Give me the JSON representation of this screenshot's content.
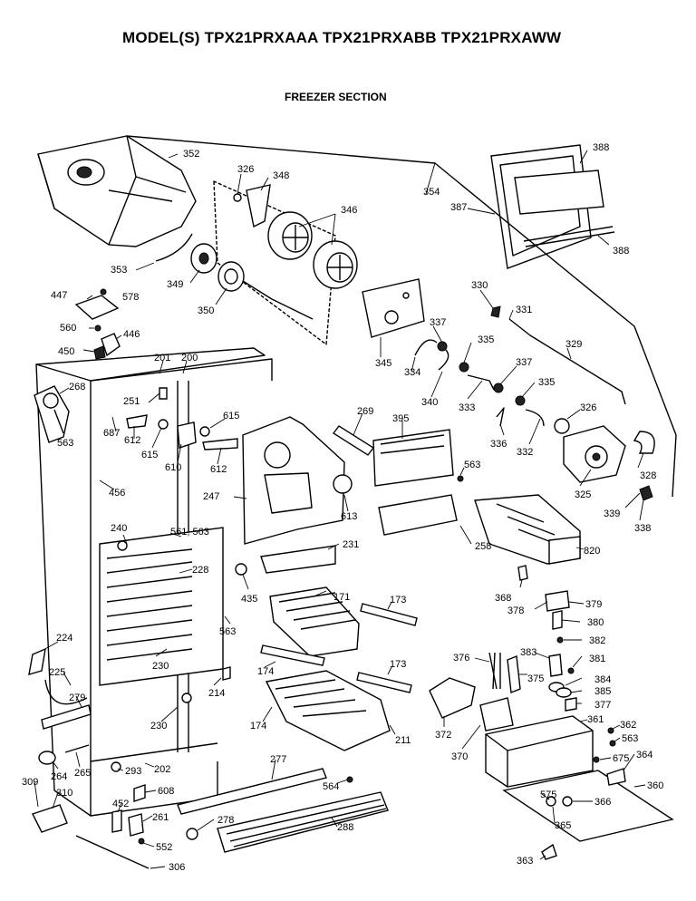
{
  "header": {
    "title": "MODEL(S) TPX21PRXAAA TPX21PRXABB TPX21PRXAWW",
    "section": "FREEZER SECTION"
  },
  "labels": {
    "l352": "352",
    "l326a": "326",
    "l348": "348",
    "l346": "346",
    "l354": "354",
    "l387": "387",
    "l388a": "388",
    "l388b": "388",
    "l353": "353",
    "l349": "349",
    "l447": "447",
    "l578": "578",
    "l350": "350",
    "l330": "330",
    "l331": "331",
    "l560": "560",
    "l446": "446",
    "l345": "345",
    "l337a": "337",
    "l335a": "335",
    "l329": "329",
    "l450": "450",
    "l201": "201",
    "l200": "200",
    "l334": "334",
    "l268": "268",
    "l251": "251",
    "l340": "340",
    "l333": "333",
    "l337b": "337",
    "l335b": "335",
    "l687": "687",
    "l612a": "612",
    "l615a": "615",
    "l615b": "615",
    "l610": "610",
    "l269": "269",
    "l395": "395",
    "l326b": "326",
    "l563a": "563",
    "l612b": "612",
    "l336": "336",
    "l332": "332",
    "l328": "328",
    "l456": "456",
    "l247": "247",
    "l563b": "563",
    "l613": "613",
    "l325": "325",
    "l339": "339",
    "l338": "338",
    "l240": "240",
    "l561_563": "561, 563",
    "l231": "231",
    "l258": "258",
    "l820": "820",
    "l228": "228",
    "l435": "435",
    "l171": "171",
    "l173a": "173",
    "l368": "368",
    "l379": "379",
    "l378": "378",
    "l380": "380",
    "l563c": "563",
    "l224": "224",
    "l382": "382",
    "l381": "381",
    "l376": "376",
    "l383": "383",
    "l375": "375",
    "l230a": "230",
    "l174a": "174",
    "l173b": "173",
    "l384": "384",
    "l225": "225",
    "l385": "385",
    "l214": "214",
    "l279": "279",
    "l377": "377",
    "l230b": "230",
    "l174b": "174",
    "l372": "372",
    "l211": "211",
    "l361": "361",
    "l362": "362",
    "l370": "370",
    "l563d": "563",
    "l675": "675",
    "l277": "277",
    "l364": "364",
    "l264": "264",
    "l265": "265",
    "l293": "293",
    "l202": "202",
    "l564": "564",
    "l309": "309",
    "l608": "608",
    "l360": "360",
    "l310": "310",
    "l575": "575",
    "l366": "366",
    "l452": "452",
    "l261": "261",
    "l278": "278",
    "l288": "288",
    "l365": "365",
    "l552": "552",
    "l363": "363",
    "l306": "306"
  },
  "colors": {
    "ink": "#000000",
    "paper": "#ffffff"
  }
}
